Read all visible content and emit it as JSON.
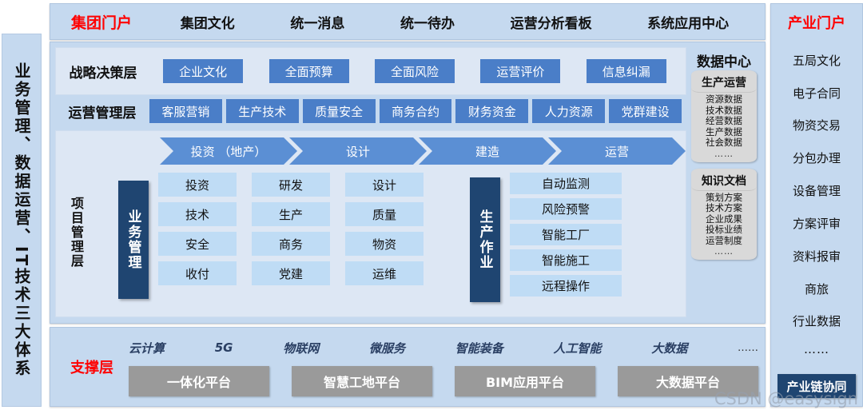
{
  "left_band": {
    "label": "业务管理、数据运营、IT技术三大体系"
  },
  "top_bar": {
    "portal": "集团门户",
    "nav": [
      "集团文化",
      "统一消息",
      "统一待办",
      "运营分析看板",
      "系统应用中心"
    ]
  },
  "right_band": {
    "title": "产业门户",
    "items": [
      "五局文化",
      "电子合同",
      "物资交易",
      "分包办理",
      "设备管理",
      "方案评审",
      "资料报审",
      "商旅",
      "行业数据"
    ],
    "dots": "……",
    "footer": "产业链协同"
  },
  "strategy": {
    "label": "战略决策层",
    "chips": [
      "企业文化",
      "全面预算",
      "全面风险",
      "运营评价",
      "信息纠漏"
    ]
  },
  "operations": {
    "label": "运营管理层",
    "chips": [
      "客服营销",
      "生产技术",
      "质量安全",
      "商务合约",
      "财务资金",
      "人力资源",
      "党群建设"
    ]
  },
  "project": {
    "label": "项目管理层",
    "phases": [
      "投资 （地产）",
      "设计",
      "建造",
      "运营"
    ],
    "bar_business": "业务管理",
    "bar_production": "生产作业",
    "col1": [
      "投资",
      "技术",
      "安全",
      "收付"
    ],
    "col2": [
      "研发",
      "生产",
      "商务",
      "党建"
    ],
    "col3": [
      "设计",
      "质量",
      "物资",
      "运维"
    ],
    "col4": [
      "自动监测",
      "风险预警",
      "智能工厂",
      "智能施工",
      "远程操作"
    ]
  },
  "data_center": {
    "title": "数据中心",
    "cylinders": [
      {
        "head": "生产运营",
        "items": [
          "资源数据",
          "技术数据",
          "经营数据",
          "生产数据",
          "社会数据"
        ],
        "dots": "……"
      },
      {
        "head": "知识文档",
        "items": [
          "策划方案",
          "技术方案",
          "企业成果",
          "投标业绩",
          "运营制度"
        ],
        "dots": "……"
      }
    ]
  },
  "support": {
    "label": "支撑层",
    "techs": [
      "云计算",
      "5G",
      "物联网",
      "微服务",
      "智能装备",
      "人工智能",
      "大数据"
    ],
    "dots": "……",
    "platforms": [
      "一体化平台",
      "智慧工地平台",
      "BIM应用平台",
      "大数据平台"
    ]
  },
  "watermark": {
    "text": "CSDN @easysign"
  },
  "colors": {
    "panel_bg": "#c5d9ef",
    "inner_bg": "#dde7f4",
    "chip_blue": "#4a7ec8",
    "chevron_blue": "#5b8fd4",
    "cell_blue": "#bfdcf5",
    "navy": "#1f4571",
    "platform_gray": "#9a9a9a",
    "accent_red": "#ff0000"
  }
}
